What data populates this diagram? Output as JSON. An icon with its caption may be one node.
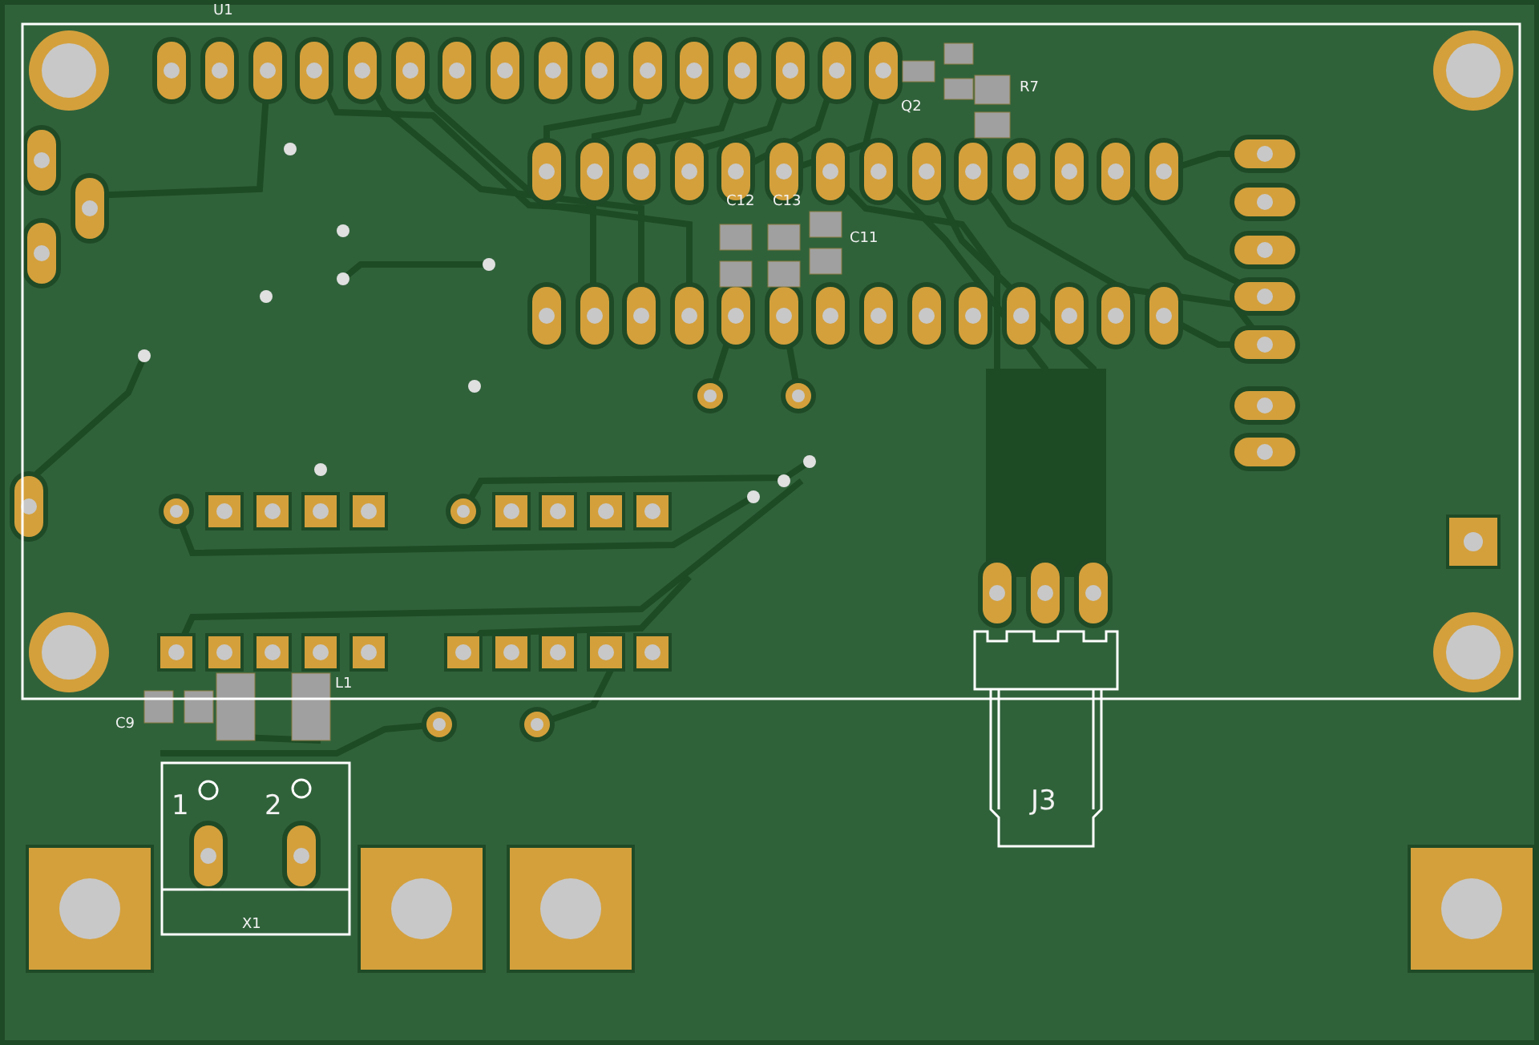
{
  "diagram": {
    "labels": [
      "U1",
      "Q2",
      "R7",
      "C12",
      "C13",
      "C11",
      "C9",
      "L1",
      "1",
      "2",
      "X1",
      "J3"
    ]
  }
}
